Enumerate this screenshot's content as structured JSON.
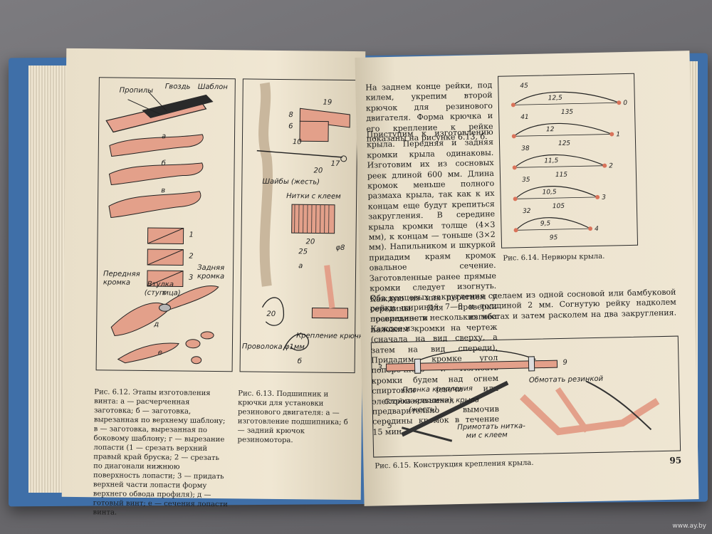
{
  "left_page": {
    "fig612_labels": {
      "propily": "Пропилы",
      "gvozd": "Гвоздь",
      "shablon": "Шаблон",
      "a": "а",
      "b": "б",
      "v": "в",
      "g": "г",
      "d": "д",
      "e": "е",
      "n1": "1",
      "n2": "2",
      "n3": "3",
      "perednyaya": "Передняя",
      "kromka": "кромка",
      "vtulka": "Втулка",
      "stupica": "(ступица)",
      "zadnyaya": "Задняя",
      "kromka2": "кромка"
    },
    "fig612_caption": "Рис. 6.12. Этапы изготовления винта: а — расчерченная заготовка; б — заготовка, вырезанная по верхнему шаблону; в — заготовка, вырезанная по боковому шаблону; г — вырезание лопасти (1 — срезать верхний правый край бруска; 2 — срезать по диагонали нижнюю поверхность лопасти; 3 — придать верхней части лопасти форму верхнего обвода профиля); д — готовый винт; е — сечения лопасти винта.",
    "fig613_labels": {
      "dim19": "19",
      "dim8": "8",
      "dim6": "6",
      "dim10": "10",
      "dim17": "17",
      "dim20a": "20",
      "shayby": "Шайбы (жесть)",
      "nitki": "Нитки с клеем",
      "dim20b": "20",
      "dim25": "25",
      "phi8": "φ8",
      "a": "а",
      "dim20c": "20",
      "provoloka": "Проволока φ1мм",
      "kreplenie": "Крепление крючка",
      "b": "б"
    },
    "fig613_caption": "Рис. 6.13. Подшипник и крючки для установки резинового двигателя: а — изготовление подшипника; б — задний крючок резиномотора."
  },
  "right_page": {
    "paragraph1": "На заднем конце рейки, под килем, укрепим второй крючок для резинового двигателя. Форма крючка и его крепление к рейке показаны на рисунке 6.13, б.",
    "paragraph2": "Приступим к изготовлению крыла. Передняя и задняя кромки крыла одинаковы. Изготовим их из сосновых реек длиной 600 мм. Длина кромок меньше полного размаха крыла, так как к их концам еще будут крепиться закругления. В середине крыла кромки толще (4×3 мм), к концам — тоньше (3×2 мм). Напильником и шкуркой придадим краям кромок овальное сечение. Заготовленные ранее прямые кромки следует изогнуть. Каждую из них перегнем у середины. Для проверки правильности изгиба наложим кромки на чертеж (сначала на вид сверху, а затем на вид спереди). Придадим кромке угол поперечного V. Изгибать кромки будем над огнем спиртовки (свечи или электропаяльника), предварительно вымочив середины кромок в течение 15 мин.",
    "paragraph3": "Оба концевых закругления сделаем из одной сосновой или бамбуковой рейки шириной 7—8 и толщиной 2 мм. Согнутую рейку надколем посередине в нескольких местах и затем расколем на два закругления. Каждое из",
    "fig614": {
      "caption": "Рис. 6.14. Нервюры крыла.",
      "ribs": [
        {
          "num": "0",
          "top": "45",
          "h": "12,5",
          "len": "135"
        },
        {
          "num": "1",
          "top": "41",
          "h": "12",
          "len": "125"
        },
        {
          "num": "2",
          "top": "38",
          "h": "11,5",
          "len": "115"
        },
        {
          "num": "3",
          "top": "35",
          "h": "10,5",
          "len": "105"
        },
        {
          "num": "4",
          "top": "32",
          "h": "9,5",
          "len": "95"
        }
      ]
    },
    "fig615": {
      "caption": "Рис. 6.15. Конструкция крепления крыла.",
      "dim3": "3",
      "dim9": "9",
      "obmotat": "Обмотать резинкой",
      "planka": "Планка крепления",
      "stoyka1": "Стойка крепления крыла",
      "stoyka2": "(жесть)",
      "dim5": "5",
      "primotat1": "Примотать нитка-",
      "primotat2": "ми с клеем"
    },
    "page_number": "95"
  },
  "watermark": "www.ay.by",
  "colors": {
    "cover": "#3f6fa8",
    "paper": "#efe6d3",
    "accent": "#e3a08a",
    "ink": "#1b1b1b"
  }
}
